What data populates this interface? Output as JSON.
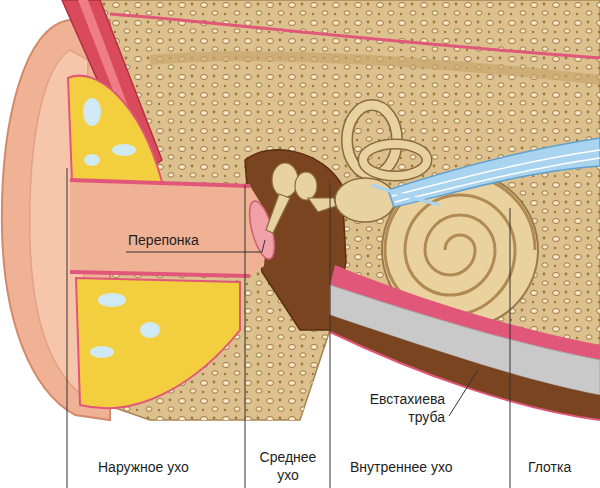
{
  "diagram": {
    "labels": [
      "Перепонка",
      "Евстахиева труба",
      "Наружное ухо",
      "Среднее ухо",
      "Внутреннее ухо",
      "Глотка"
    ]
  }
}
